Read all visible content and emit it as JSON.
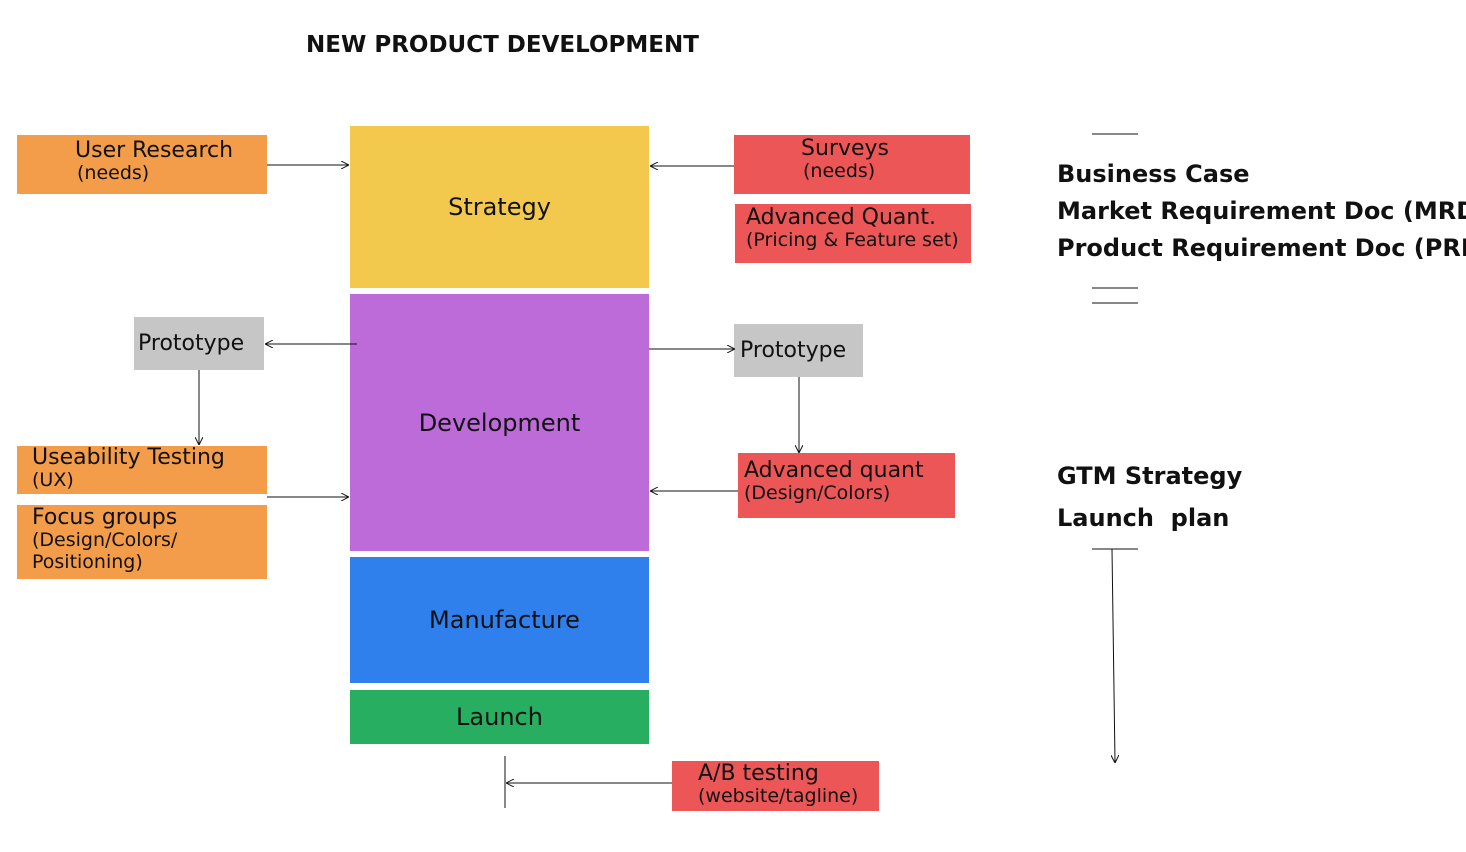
{
  "title": "NEW PRODUCT DEVELOPMENT",
  "stages": {
    "strategy": "Strategy",
    "development": "Development",
    "manufacture": "Manufacture",
    "launch": "Launch"
  },
  "left": {
    "user_research": {
      "main": "User Research",
      "sub": "(needs)"
    },
    "prototype": "Prototype",
    "useability": {
      "main": "Useability Testing",
      "sub": "(UX)"
    },
    "focus_groups": {
      "main": "Focus groups",
      "sub1": "(Design/Colors/",
      "sub2": "Positioning)"
    }
  },
  "right": {
    "surveys": {
      "main": "Surveys",
      "sub": "(needs)"
    },
    "advanced_quant_1": {
      "main": "Advanced Quant.",
      "sub": "(Pricing & Feature set)"
    },
    "prototype": "Prototype",
    "advanced_quant_2": {
      "main": "Advanced quant",
      "sub": "(Design/Colors)"
    },
    "ab_testing": {
      "main": "A/B testing",
      "sub": "(website/tagline)"
    }
  },
  "outputs": {
    "business_case": "Business Case",
    "mrd": "Market Requirement Doc (MRD)",
    "prd": "Product Requirement Doc (PRD)",
    "gtm": "GTM Strategy",
    "launch_plan": "Launch  plan"
  },
  "colors": {
    "orange": "#f39c4a",
    "red": "#ec5656",
    "gray": "#c6c6c6",
    "yellow": "#f2c94c",
    "purple": "#bd6bd8",
    "blue": "#2f80ed",
    "green": "#27ae60"
  }
}
